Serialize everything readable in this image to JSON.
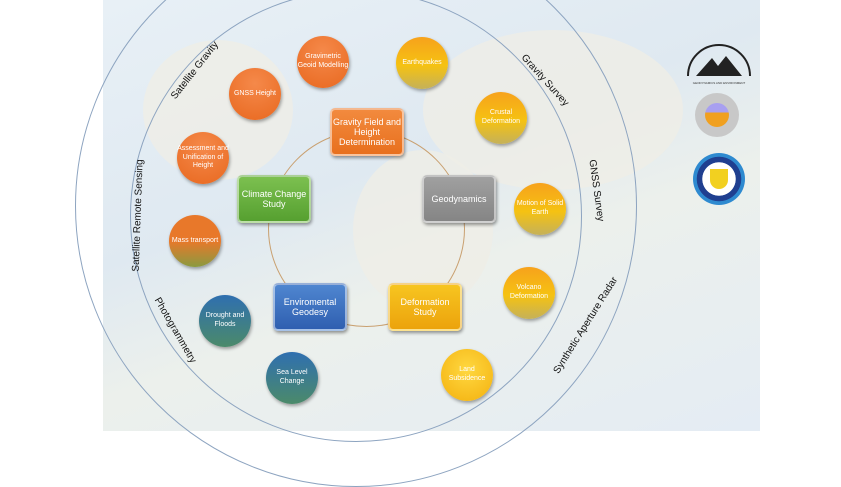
{
  "outer_labels": {
    "satellite_gravity": "Satellite Gravity",
    "satellite_remote_sensing": "Satellite Remote Sensing",
    "photogrammetry": "Photogrammetry",
    "gravity_survey": "Gravity  Survey",
    "gnss_survey": "GNSS Survey",
    "sar": "Synthetic Aperture Radar"
  },
  "core": {
    "gravity": "Gravity Field and Height Determination",
    "geodynamics": "Geodynamics",
    "deformation": "Deformation Study",
    "environmental": "Enviromental Geodesy",
    "climate": "Climate Change Study"
  },
  "topics": {
    "gravimetric": "Gravimetric Geoid Modelling",
    "gnss_height": "GNSS Height",
    "assessment": "Assessment and Unification of Height",
    "mass": "Mass transport",
    "drought": "Drought and Floods",
    "sea_level": "Sea Level Change",
    "earthquakes": "Earthquakes",
    "crustal": "Crustal Deformation",
    "motion": "Motion of Solid Earth",
    "volcano": "Volcano Deformation",
    "land": "Land Subsidence"
  },
  "logo_text": "GEODYNAMICS AND ENVIRONMENT"
}
